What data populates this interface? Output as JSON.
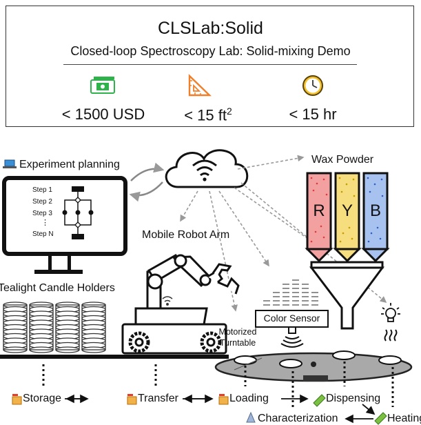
{
  "header": {
    "title": "CLSLab:Solid",
    "subtitle": "Closed-loop Spectroscopy Lab: Solid-mixing Demo",
    "metrics": [
      {
        "icon": "money-icon",
        "label": "< 1500 USD"
      },
      {
        "icon": "ruler-triangle-icon",
        "label": "< 15 ft",
        "sup": "2"
      },
      {
        "icon": "clock-icon",
        "label": "< 15 hr"
      }
    ]
  },
  "labels": {
    "experiment_planning": "Experiment planning",
    "wax_powder": "Wax Powder",
    "mobile_robot_arm": "Mobile Robot Arm",
    "tealight_candle_holders": "Tealight Candle Holders",
    "color_sensor": "Color Sensor",
    "motorized_line1": "Motorized",
    "motorized_line2": "Turntable"
  },
  "monitor": {
    "steps": [
      "Step 1",
      "Step 2",
      "Step 3",
      "⋮",
      "Step N"
    ]
  },
  "powder": {
    "tubes": [
      {
        "letter": "R",
        "color": "#e84040"
      },
      {
        "letter": "Y",
        "color": "#e8c020"
      },
      {
        "letter": "B",
        "color": "#3a6fd8"
      }
    ]
  },
  "stages": {
    "storage": "Storage",
    "transfer": "Transfer",
    "loading": "Loading",
    "dispensing": "Dispensing",
    "characterization": "Characterization",
    "heating": "Heating"
  },
  "colors": {
    "money": "#2db34a",
    "ruler": "#f07f2a",
    "clock": "#d88a00",
    "cloud_link": "#999999"
  }
}
